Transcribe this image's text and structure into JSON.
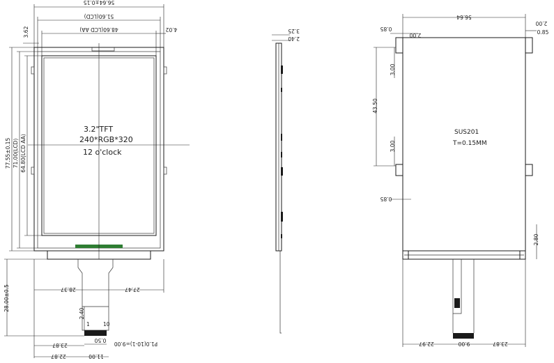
{
  "front_view": {
    "overall_width": "56.64±0.15",
    "lcd_width": "51.60(LCD)",
    "aa_width": "48.60(LCD AA)",
    "right_offset": "4.02",
    "top_offset": "3.62",
    "overall_height": "77.55±0.15",
    "lcd_height": "71.00(LCD)",
    "aa_height": "64.80(LCD AA)",
    "fpc_length": "28.00±0.5",
    "fpc_left_center": "28.37",
    "fpc_right_center": "27.47",
    "pin_height": "2.40",
    "pin_1": "1",
    "pin_10": "10",
    "pin_width": "0.50",
    "pin_pitch": "P1.0(10-1)=9.00",
    "left_dist": "23.87",
    "left_dist2": "22.87",
    "fpc_width": "11.00"
  },
  "center_label": {
    "line1": "3.2\"TFT",
    "line2": "240*RGB*320",
    "line3": "12 o'clock"
  },
  "side_view": {
    "thickness_total": "3.25",
    "thickness": "2.40"
  },
  "back_view": {
    "width": "56.64",
    "corner_top": "0.85",
    "tab_width_left": "2.00",
    "tab_right_width": "2.00",
    "corner_right": "0.85",
    "tab_height_1": "3.00",
    "tab_spacing": "43.50",
    "tab_height_2": "3.00",
    "corner_bottom": "0.85",
    "bottom_strip": "2.80",
    "material": "SUS201",
    "thickness_note": "T=0.15MM",
    "bottom_left": "22.97",
    "bottom_mid": "9.00",
    "bottom_right": "23.87"
  }
}
